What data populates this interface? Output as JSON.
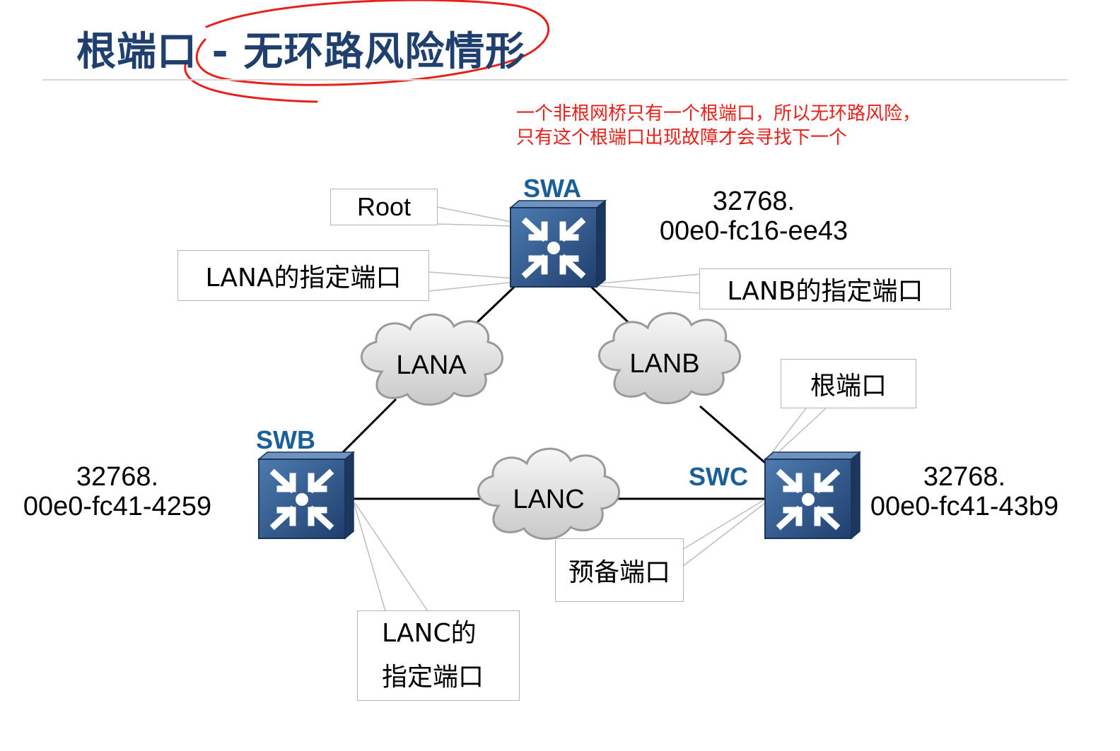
{
  "title": "根端口 - 无环路风险情形",
  "note": {
    "line1": "一个非根网桥只有一个根端口，所以无环路风险，",
    "line2": "只有这个根端口出现故障才会寻找下一个"
  },
  "switches": {
    "swa": {
      "name": "SWA",
      "priority": "32768.",
      "mac": "00e0-fc16-ee43"
    },
    "swb": {
      "name": "SWB",
      "priority": "32768.",
      "mac": "00e0-fc41-4259"
    },
    "swc": {
      "name": "SWC",
      "priority": "32768.",
      "mac": "00e0-fc41-43b9"
    }
  },
  "clouds": {
    "lana": "LANA",
    "lanb": "LANB",
    "lanc": "LANC"
  },
  "callouts": {
    "root": "Root",
    "lana_designated": "LANA的指定端口",
    "lanb_designated": "LANB的指定端口",
    "root_port": "根端口",
    "alternate_port": "预备端口",
    "lanc_designated_line1": "LANC的",
    "lanc_designated_line2": "指定端口"
  },
  "colors": {
    "title": "#1f3f6e",
    "note": "#e8201a",
    "switch_name": "#1a5f97",
    "annotation": "#e8201a",
    "switch_body": "#2f5a8c"
  },
  "icons": {
    "switch": "switch-icon",
    "cloud": "cloud-icon"
  }
}
